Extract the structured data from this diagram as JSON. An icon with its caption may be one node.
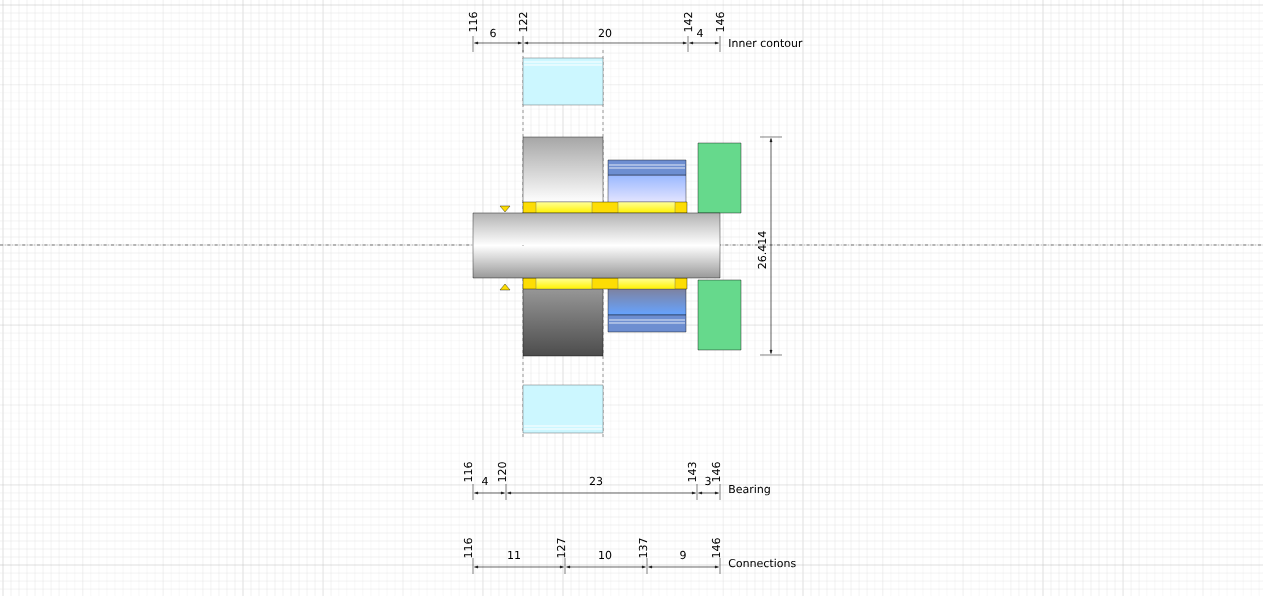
{
  "diagram": {
    "labels": [
      "116",
      "6",
      "122",
      "20",
      "142",
      "4",
      "146",
      "Inner contour",
      "26.414",
      "116",
      "4",
      "120",
      "23",
      "143",
      "3",
      "146",
      "Bearing",
      "116",
      "11",
      "127",
      "10",
      "137",
      "9",
      "146",
      "Connections"
    ]
  }
}
